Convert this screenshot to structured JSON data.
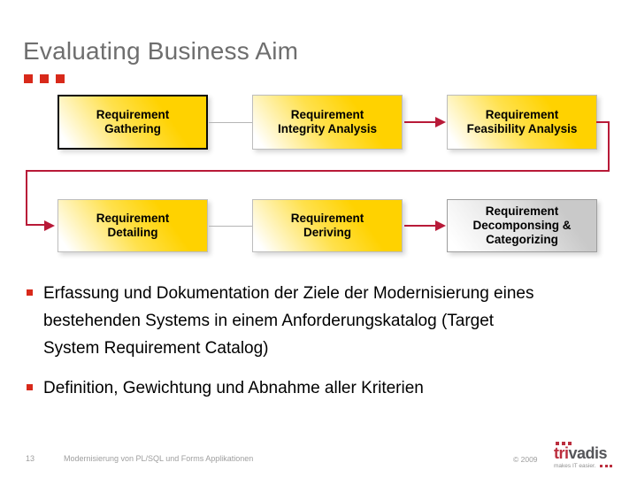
{
  "slide": {
    "title": "Evaluating Business Aim"
  },
  "flowchart": {
    "boxes": [
      {
        "label": "Requirement\nGathering"
      },
      {
        "label": "Requirement\nIntegrity Analysis"
      },
      {
        "label": "Requirement\nFeasibility Analysis"
      },
      {
        "label": "Requirement\nDetailing"
      },
      {
        "label": "Requirement\nDeriving"
      },
      {
        "label": "Requirement\nDecomponsing &\nCategorizing"
      }
    ]
  },
  "bullets": [
    {
      "text": "Erfassung und Dokumentation der Ziele der Modernisierung eines\nbestehenden Systems in einem Anforderungskatalog (Target\nSystem Requirement Catalog)"
    },
    {
      "text": "Definition, Gewichtung und Abnahme aller Kriterien"
    }
  ],
  "footer": {
    "page_number": "13",
    "deck_title": "Modernisierung von PL/SQL und Forms Applikationen",
    "copyright": "© 2009",
    "logo": {
      "prefix": "tri",
      "suffix": "vadis",
      "tagline": "makes IT easier."
    }
  },
  "colors": {
    "accent_red": "#d8291a",
    "arrow_red": "#b81a38",
    "box_gold": "#ffd200",
    "box_gray": "#c9c9c9",
    "title_gray": "#6e6e6e",
    "footer_gray": "#9e9e9e",
    "logo_red": "#bb2e3e",
    "logo_gray": "#55565a"
  }
}
